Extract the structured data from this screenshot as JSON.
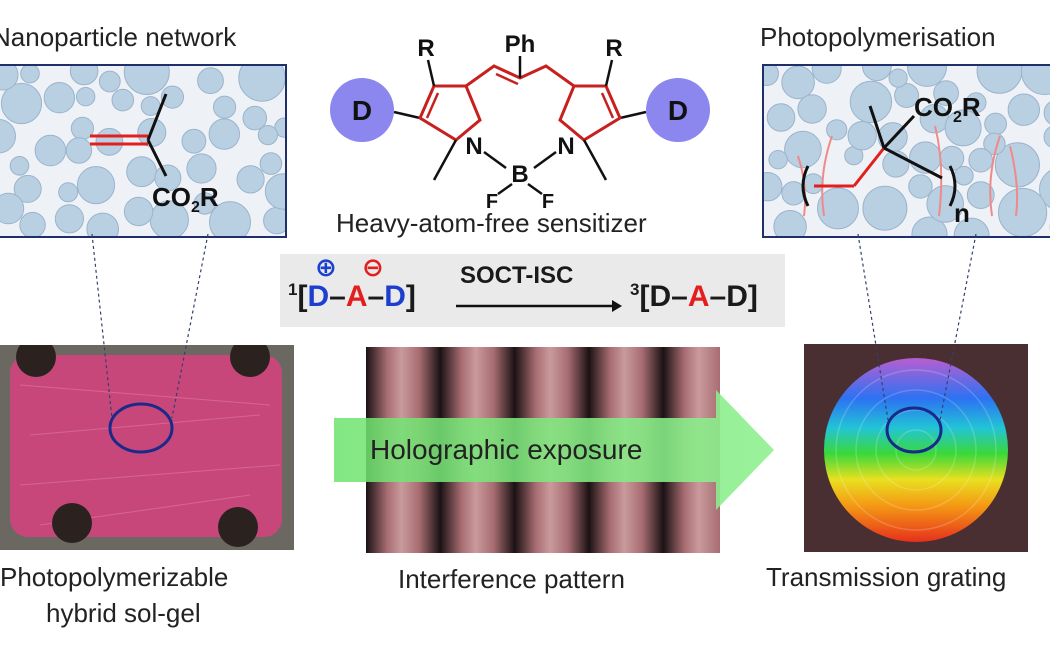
{
  "labels": {
    "nanoparticle_network": "Nanoparticle network",
    "photopolymerisation": "Photopolymerisation",
    "sensitizer": "Heavy-atom-free sensitizer",
    "sol_gel_line1": "Photopolymerizable",
    "sol_gel_line2": "hybrid sol-gel",
    "interference": "Interference pattern",
    "grating": "Transmission grating",
    "exposure": "Holographic exposure"
  },
  "chemistry": {
    "co2r": "CO",
    "co2r_sub": "2",
    "co2r_r": "R",
    "r_group": "R",
    "ph_group": "Ph",
    "donor": "D",
    "nitrogen": "N",
    "boron": "B",
    "fluorine": "F",
    "n_index": "n"
  },
  "reaction": {
    "singlet_sup": "1",
    "bracket_open": "[",
    "bracket_close": "]",
    "donor": "D",
    "acceptor": "A",
    "dash": "–",
    "plus_symbol": "⊕",
    "minus_symbol": "⊖",
    "arrow_label": "SOCT-ISC",
    "triplet_sup": "3"
  },
  "colors": {
    "panel_border": "#1f2f6a",
    "bodipy_red": "#c8201f",
    "donor_circle": "#8b87ee",
    "charge_blue": "#1c3fd0",
    "charge_red": "#e41d1d",
    "sol_gel_pink": "#c8477a",
    "arrow_green": "#6ee36e"
  }
}
